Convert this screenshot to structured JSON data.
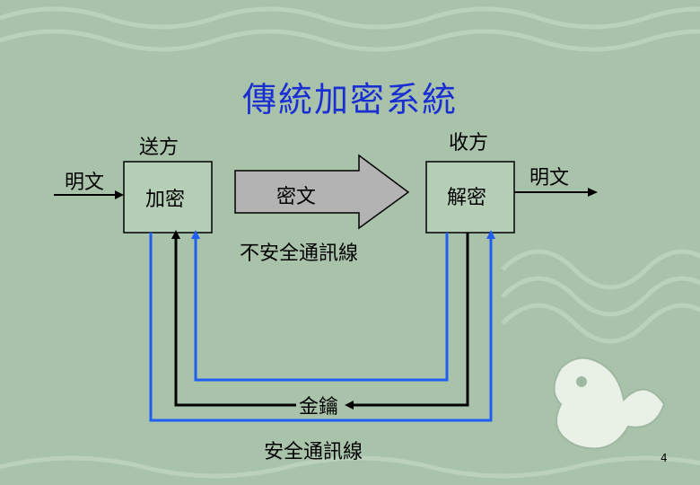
{
  "slide": {
    "title": "傳統加密系統",
    "sender_label": "送方",
    "receiver_label": "收方",
    "plaintext_in": "明文",
    "plaintext_out": "明文",
    "encrypt_box": "加密",
    "decrypt_box": "解密",
    "ciphertext_arrow": "密文",
    "insecure_channel": "不安全通訊線",
    "key_label": "金鑰",
    "secure_channel": "安全通訊線",
    "page_number": "4"
  },
  "colors": {
    "background": "#a9c3ab",
    "title": "#1a2fd1",
    "box_fill": "#b5ceb6",
    "arrow_fill": "#b3b3b3",
    "secure_line": "#1f5ef0",
    "key_line": "#000000"
  }
}
